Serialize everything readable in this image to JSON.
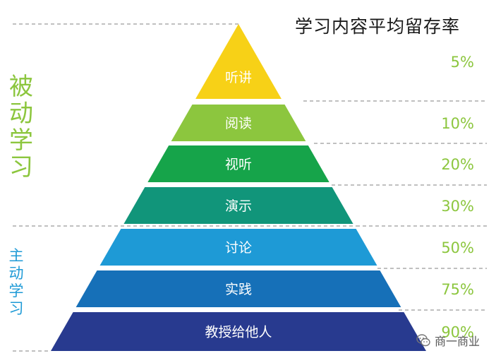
{
  "title": "学习内容平均留存率",
  "passive_label": [
    "被",
    "动",
    "学",
    "习"
  ],
  "active_label": [
    "主",
    "动",
    "学",
    "习"
  ],
  "watermark": "商一商业",
  "levels": [
    {
      "name": "听讲",
      "rate": "5%",
      "color": "#f7d117"
    },
    {
      "name": "阅读",
      "rate": "10%",
      "color": "#8cc63e"
    },
    {
      "name": "视听",
      "rate": "20%",
      "color": "#16a44a"
    },
    {
      "name": "演示",
      "rate": "30%",
      "color": "#11957a"
    },
    {
      "name": "讨论",
      "rate": "50%",
      "color": "#1e9ad6"
    },
    {
      "name": "实践",
      "rate": "75%",
      "color": "#1670b8"
    },
    {
      "name": "教授给他人",
      "rate": "90%",
      "color": "#283a8f"
    }
  ],
  "colors": {
    "rate_text": "#8cc63e",
    "dash": "#9a9a9a"
  }
}
